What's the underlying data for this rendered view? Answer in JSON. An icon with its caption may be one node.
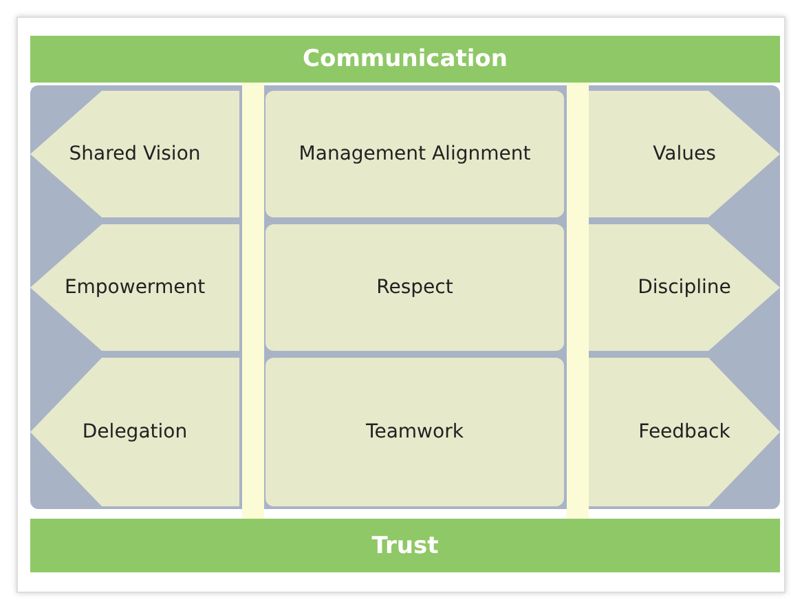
{
  "diagram": {
    "nodes": [
      {
        "text": [
          "Communication"
        ]
      },
      {
        "text": [
          "Shared Vision"
        ]
      },
      {
        "text": [
          "Management Alignment"
        ]
      },
      {
        "text": [
          "Values"
        ]
      },
      {
        "text": [
          "Empowerment"
        ]
      },
      {
        "text": [
          "Respect"
        ]
      },
      {
        "text": [
          "Discipline"
        ]
      },
      {
        "text": [
          "Delegation"
        ]
      },
      {
        "text": [
          "Teamwork"
        ]
      },
      {
        "text": [
          "Feedback"
        ]
      },
      {
        "text": [
          "Trust"
        ]
      }
    ]
  }
}
